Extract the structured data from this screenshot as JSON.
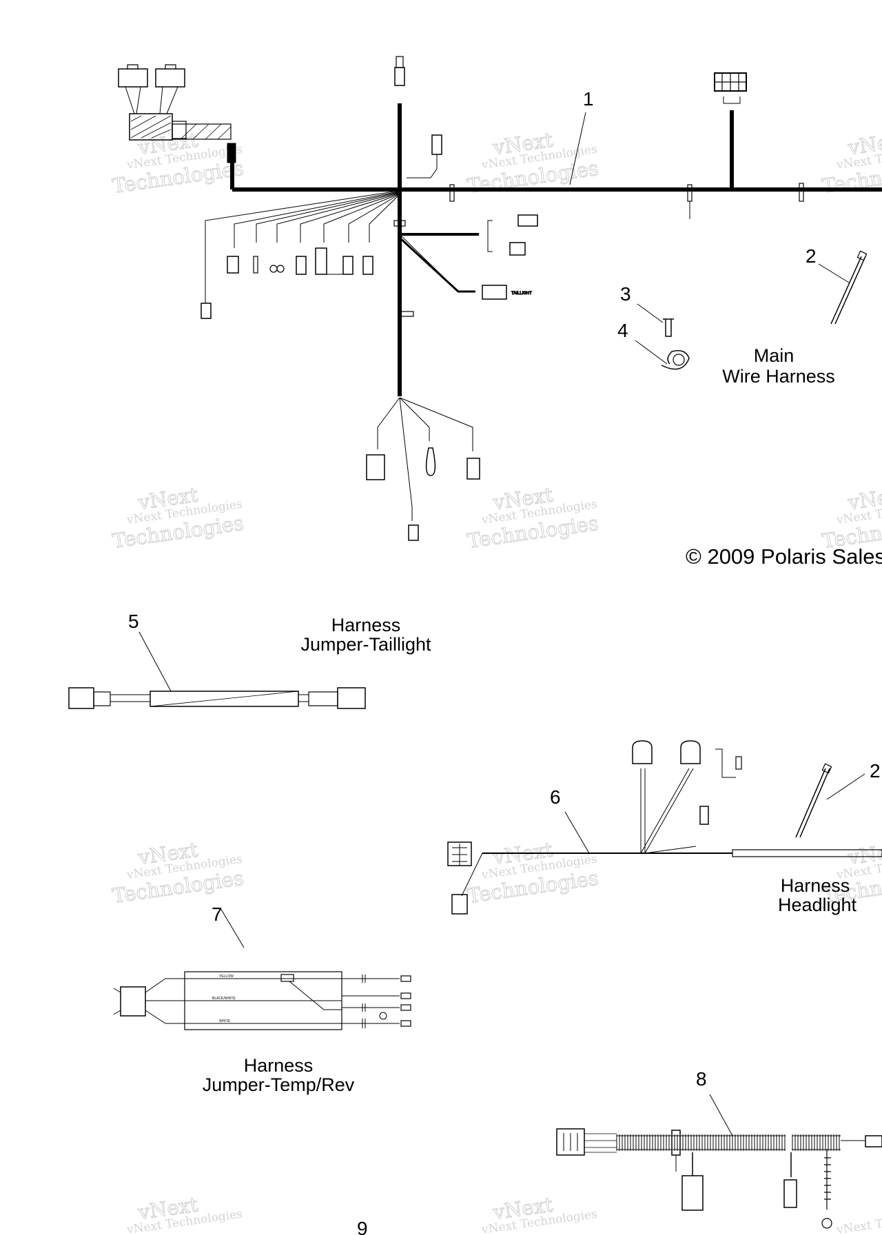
{
  "callouts": [
    "1",
    "2",
    "3",
    "4",
    "5",
    "2",
    "6",
    "7",
    "8",
    "9"
  ],
  "titles": {
    "main_1": "Main",
    "main_2": "Wire Harness",
    "taillight_1": "Harness",
    "taillight_2": "Jumper-Taillight",
    "headlight_1": "Harness",
    "headlight_2": "Headlight",
    "temprev_1": "Harness",
    "temprev_2": "Jumper-Temp/Rev"
  },
  "copyright": "© 2009 Polaris Sales",
  "watermark": {
    "line_small": "vNext Technologies",
    "line_large_1": "vNext",
    "line_large_2": "Technologies"
  },
  "wire_labels": {
    "taillight_connector": "TAILLIGHT",
    "yellow": "YELLOW",
    "black_white": "BLACK/WHITE",
    "white": "WHITE"
  },
  "colors": {
    "wire": "#000000",
    "watermark": "#d0d0d0",
    "background": "#ffffff"
  }
}
